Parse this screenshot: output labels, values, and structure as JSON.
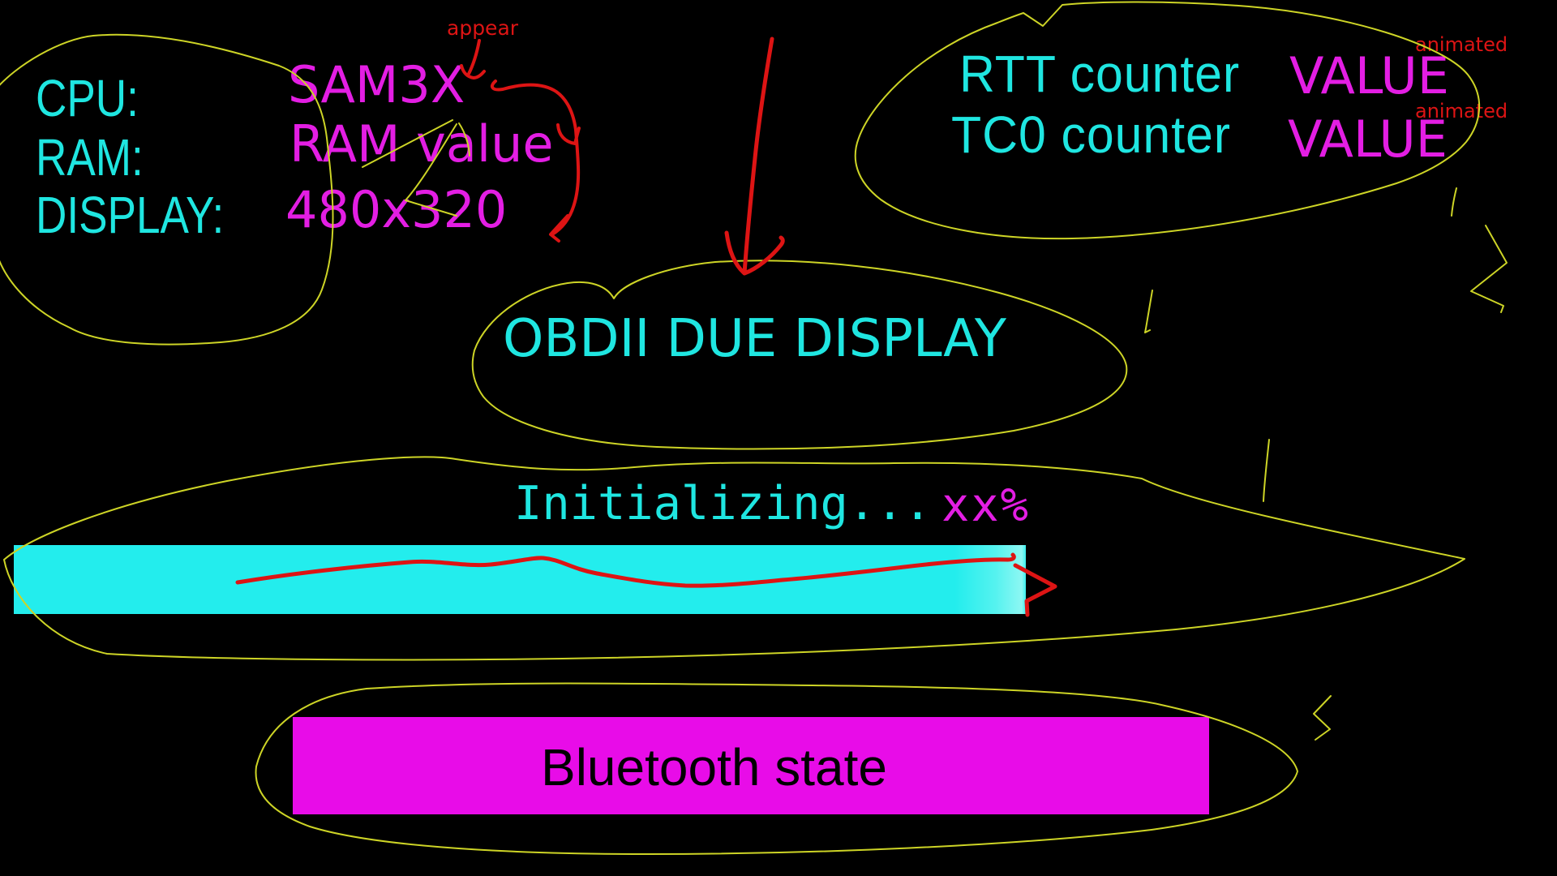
{
  "colors": {
    "background": "#000000",
    "cyan_text": "#1fe6e1",
    "magenta_text": "#e31ee3",
    "progress_bar": "#23eded",
    "progress_bar_highlight": "#8df7f3",
    "bluetooth_bar": "#e80ce8",
    "bluetooth_text": "#000000",
    "annotation_red": "#dd1414",
    "annotation_yellow": "#cdd426"
  },
  "system_info": {
    "rows": [
      {
        "label": "CPU:",
        "value": "SAM3X"
      },
      {
        "label": "RAM:",
        "value": "RAM value"
      },
      {
        "label": "DISPLAY:",
        "value": "480x320"
      }
    ]
  },
  "counters": {
    "rows": [
      {
        "label": "RTT counter",
        "value": "VALUE",
        "note": "animated"
      },
      {
        "label": "TC0 counter",
        "value": "VALUE",
        "note": "animated"
      }
    ]
  },
  "title": "OBDII DUE DISPLAY",
  "boot_status": {
    "text": "Initializing...",
    "percent": "xx%"
  },
  "bluetooth": {
    "label": "Bluetooth state"
  },
  "annotations": {
    "appear_note": "appear"
  }
}
